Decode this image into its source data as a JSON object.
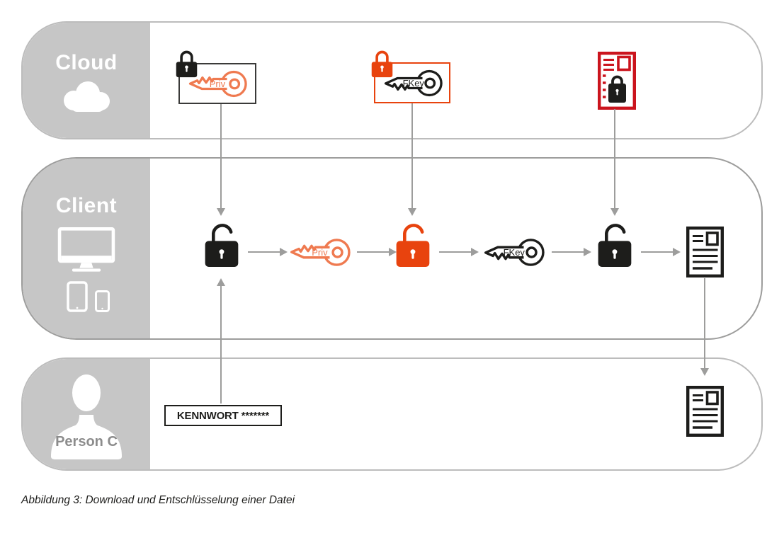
{
  "figure": {
    "caption": "Abbildung 3: Download und Entschlüsselung einer Datei"
  },
  "lanes": {
    "cloud": {
      "label": "Cloud"
    },
    "client": {
      "label": "Client"
    },
    "person": {
      "label": "Person C"
    }
  },
  "cloud_row": {
    "private_key_label": "Priv",
    "file_key_label": "FKey"
  },
  "client_row": {
    "private_key_label": "Priv",
    "file_key_label": "FKey"
  },
  "person_row": {
    "password_text": "KENNWORT *******"
  },
  "icons": {
    "cloud_lane": "cloud-icon",
    "client_lane": [
      "monitor-icon",
      "tablet-icon",
      "phone-icon"
    ],
    "person_lane": "person-silhouette-icon",
    "locked": "padlock-closed-icon",
    "unlocked": "padlock-open-icon",
    "key": "key-icon",
    "file": "document-icon",
    "encrypted_file": "encrypted-document-icon"
  },
  "colors": {
    "orange_key": "#EF7A50",
    "red_orange_lock": "#E8430E",
    "red_document": "#CB141D",
    "lane_gray": "#C6C6C6",
    "arrow_gray": "#9D9D9C",
    "ink": "#1D1D1B"
  }
}
